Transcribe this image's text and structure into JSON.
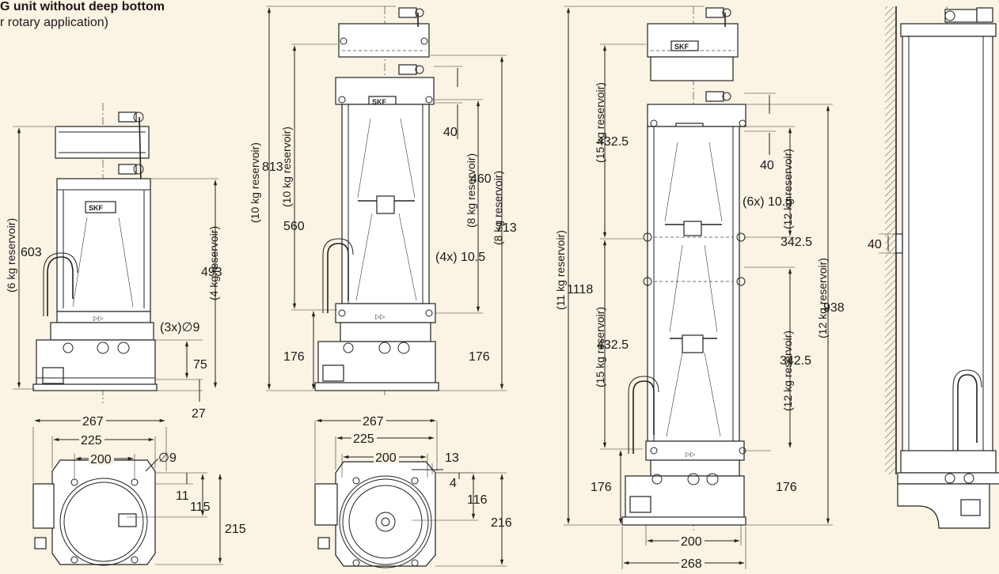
{
  "title": {
    "line1": "G unit without deep bottom",
    "line2": "r rotary application)"
  },
  "logo": "SKF",
  "view1": {
    "res_left": "(6 kg reservoir)",
    "h_left": "603",
    "res_right": "(4 kg reservoir)",
    "h_right": "493",
    "holes": "(3x)∅9",
    "d75": "75",
    "d27": "27"
  },
  "plan1": {
    "w267": "267",
    "w225": "225",
    "w200": "200",
    "hole": "∅9",
    "d11": "11",
    "d115": "115",
    "d215": "215"
  },
  "view2": {
    "res_left1": "(10 kg reservoir)",
    "h_left1": "813",
    "res_left2": "(10 kg reservoir)",
    "h_left2": "560",
    "d40": "40",
    "res_right1": "(8 kg reservoir)",
    "h_right1": "460",
    "res_right2": "(8 kg reservoir)",
    "h_right2": "713",
    "holes": "(4x) 10.5",
    "d176l": "176",
    "d176r": "176"
  },
  "plan2": {
    "w267": "267",
    "w225": "225",
    "w200": "200",
    "d13": "13",
    "d4": "4",
    "d116": "116",
    "d216": "216"
  },
  "view3": {
    "res_a": "(15 kg reservoir)",
    "h_a": "432.5",
    "res_b": "(15 kg reservoir)",
    "h_b": "432.5",
    "res_c": "(11 kg reservoir)",
    "h_c": "1118",
    "d40": "40",
    "holes": "(6x) 10.5",
    "res_d": "(12 kg reservoir)",
    "h_d": "342.5",
    "res_e": "(12 kg reservoir)",
    "h_e": "938",
    "res_f": "(12 kg reservoir)",
    "h_f": "342.5",
    "d176l": "176",
    "d176r": "176",
    "w200": "200",
    "w268": "268"
  },
  "view4": {
    "d40": "40"
  }
}
